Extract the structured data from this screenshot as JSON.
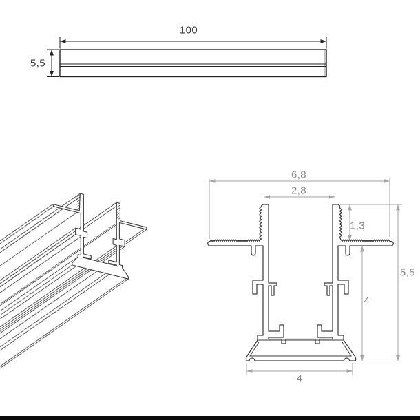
{
  "drawing_title": "profile-technical-drawing",
  "top_view": {
    "length_label": "100",
    "height_label": "5,5"
  },
  "cross_section": {
    "overall_width_label": "6,8",
    "slot_width_label": "2,8",
    "lip_height_label": "1,3",
    "total_height_label": "5,5",
    "inner_height_label": "4",
    "base_width_label": "4"
  },
  "colors": {
    "top_view_line": "#232323",
    "section_profile_line": "#3d3d3d",
    "dimension_line_gray": "#a6a6a6",
    "label_dark": "#3a3a3a",
    "label_gray": "#8a8a8a",
    "bottom_strip": "#0a0a0a"
  }
}
